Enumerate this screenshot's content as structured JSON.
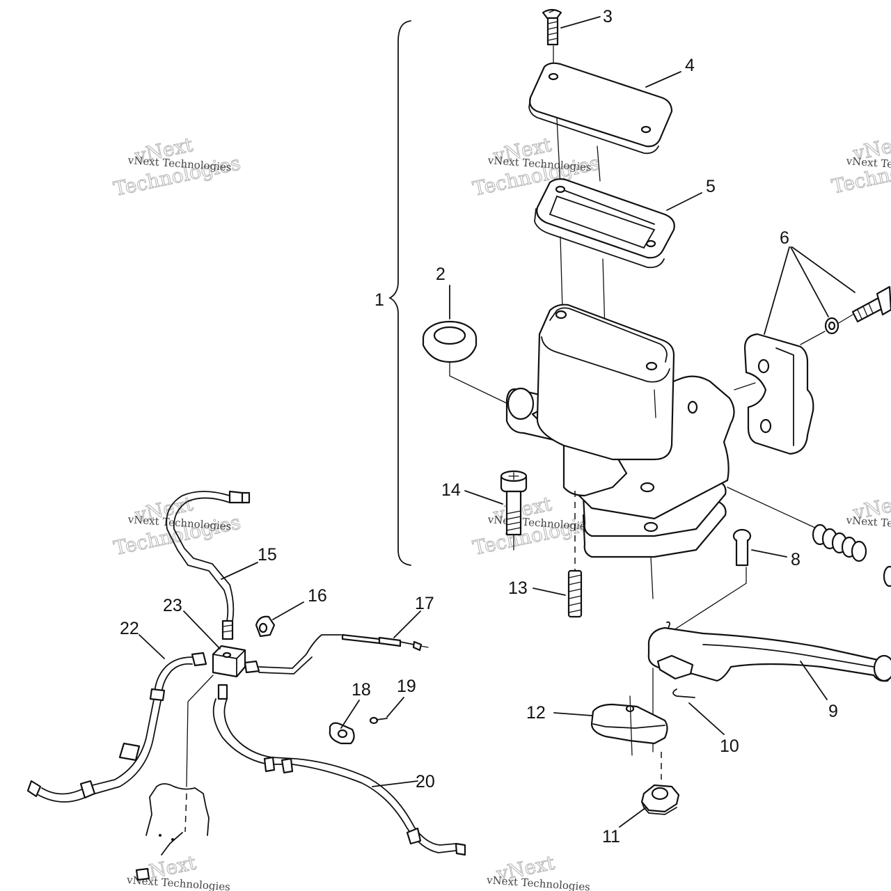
{
  "watermark": {
    "line1": "vNext",
    "line2": "Technologies",
    "small": "vNext Technologies"
  },
  "callouts": {
    "c1": "1",
    "c2": "2",
    "c3": "3",
    "c4": "4",
    "c5": "5",
    "c6": "6",
    "c8": "8",
    "c9": "9",
    "c10": "10",
    "c11": "11",
    "c12": "12",
    "c13": "13",
    "c14": "14",
    "c15": "15",
    "c16": "16",
    "c17": "17",
    "c18": "18",
    "c19": "19",
    "c20": "20",
    "c22": "22",
    "c23": "23"
  }
}
